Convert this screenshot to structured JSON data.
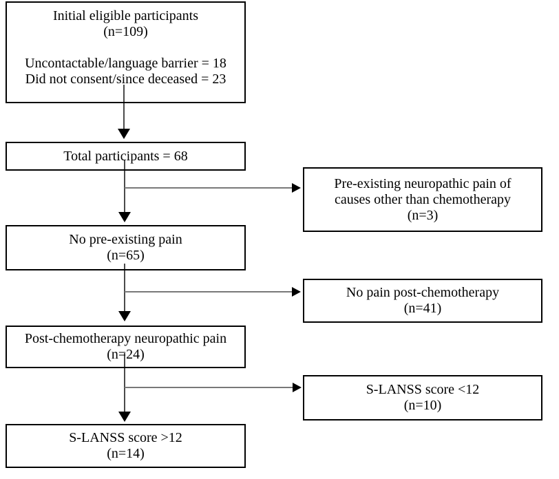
{
  "flowchart": {
    "background": "#ffffff",
    "border_color": "#000000",
    "line_color": "#4a4a4a",
    "text_color": "#000000",
    "boxes": {
      "initial": {
        "lines": [
          "Initial eligible participants",
          "(n=109)",
          "",
          "Uncontactable/language barrier = 18",
          "Did not consent/since deceased = 23"
        ]
      },
      "total": {
        "lines": [
          "Total participants = 68"
        ]
      },
      "preexisting": {
        "lines": [
          "Pre-existing neuropathic pain of",
          "causes other than chemotherapy",
          "(n=3)"
        ]
      },
      "no_preexisting": {
        "lines": [
          "No pre-existing pain",
          "(n=65)"
        ]
      },
      "no_pain_post": {
        "lines": [
          "No pain post-chemotherapy",
          "(n=41)"
        ]
      },
      "post_chemo": {
        "lines": [
          "Post-chemotherapy neuropathic pain",
          "(n=24)"
        ]
      },
      "slanss_lt12": {
        "lines": [
          "S-LANSS score <12",
          "(n=10)"
        ]
      },
      "slanss_gt12": {
        "lines": [
          "S-LANSS score >12",
          "(n=14)"
        ]
      }
    },
    "edges": [
      {
        "from": "initial",
        "to": "total",
        "direction": "down"
      },
      {
        "from": "total",
        "to": "no_preexisting",
        "direction": "down"
      },
      {
        "from": "total",
        "to": "preexisting",
        "direction": "right"
      },
      {
        "from": "no_preexisting",
        "to": "post_chemo",
        "direction": "down"
      },
      {
        "from": "no_preexisting",
        "to": "no_pain_post",
        "direction": "right"
      },
      {
        "from": "post_chemo",
        "to": "slanss_gt12",
        "direction": "down"
      },
      {
        "from": "post_chemo",
        "to": "slanss_lt12",
        "direction": "right"
      }
    ]
  }
}
